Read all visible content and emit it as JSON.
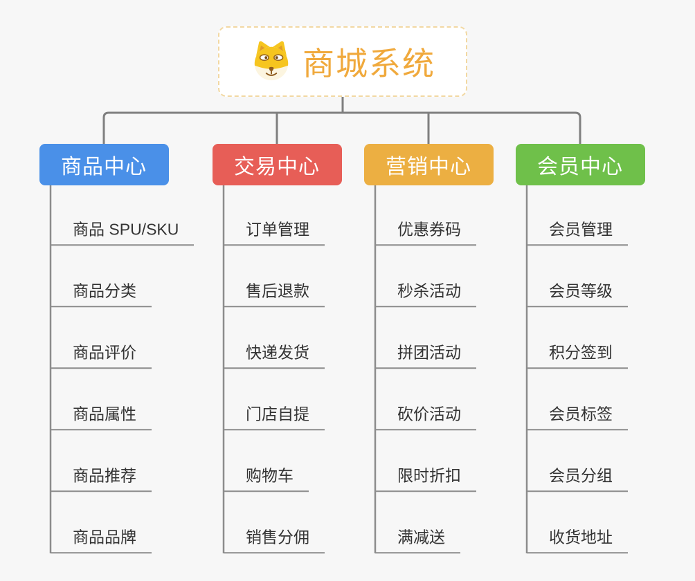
{
  "root": {
    "title": "商城系统",
    "icon": "dog-face-icon"
  },
  "branches": [
    {
      "label": "商品中心",
      "color": "#4a90e8",
      "children": [
        "商品 SPU/SKU",
        "商品分类",
        "商品评价",
        "商品属性",
        "商品推荐",
        "商品品牌"
      ]
    },
    {
      "label": "交易中心",
      "color": "#e75e57",
      "children": [
        "订单管理",
        "售后退款",
        "快递发货",
        "门店自提",
        "购物车",
        "销售分佣"
      ]
    },
    {
      "label": "营销中心",
      "color": "#ecaf42",
      "children": [
        "优惠券码",
        "秒杀活动",
        "拼团活动",
        "砍价活动",
        "限时折扣",
        "满减送"
      ]
    },
    {
      "label": "会员中心",
      "color": "#6fc04a",
      "children": [
        "会员管理",
        "会员等级",
        "积分签到",
        "会员标签",
        "会员分组",
        "收货地址"
      ]
    }
  ],
  "colors": {
    "background": "#f7f7f7",
    "connector": "#7f7f7f",
    "child_line": "#8c8c8c",
    "child_text": "#333333",
    "root_text": "#f0a93c",
    "root_border": "#f2d8a2",
    "branch_text": "#ffffff"
  }
}
